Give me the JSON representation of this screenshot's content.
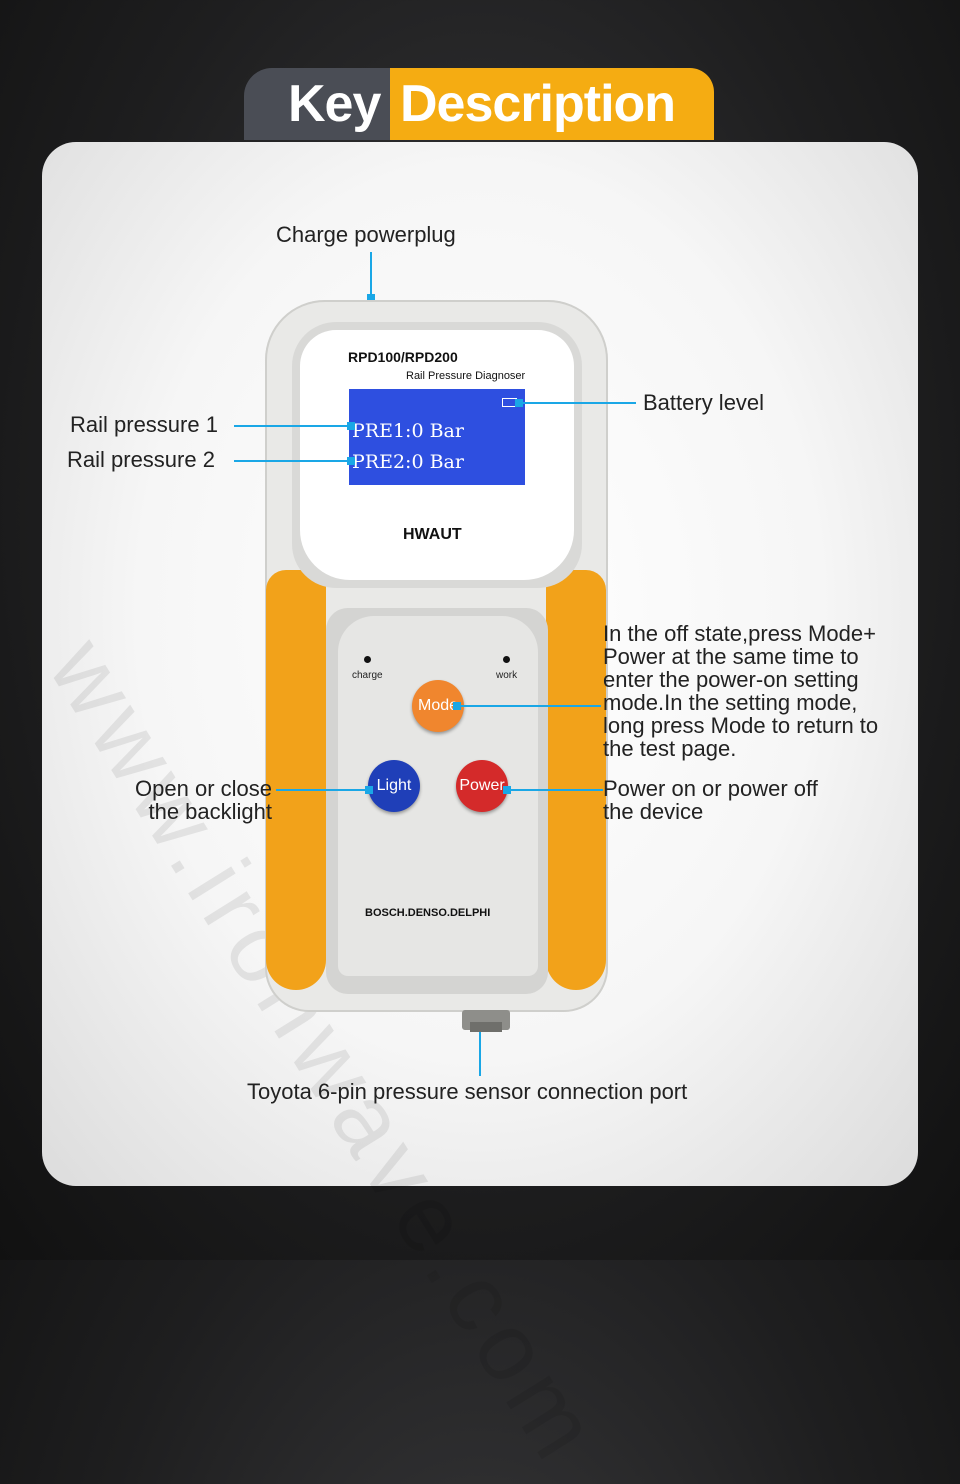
{
  "title": {
    "part1": "Key",
    "part2": "Description"
  },
  "watermark": "www.ironwave.com",
  "device": {
    "model": "RPD100/RPD200",
    "subtitle": "Rail Pressure Diagnoser",
    "brand": "HWAUT",
    "screen_line1": "PRE1:0 Bar",
    "screen_line2": "PRE2:0 Bar",
    "led_charge": "charge",
    "led_work": "work",
    "btn_mode": "Mode",
    "btn_light": "Light",
    "btn_power": "Power",
    "footer": "BOSCH.DENSO.DELPHI"
  },
  "callouts": {
    "charge": "Charge powerplug",
    "battery": "Battery level",
    "rail1": "Rail pressure 1",
    "rail2": "Rail pressure 2",
    "mode": "In the off state,press Mode+ Power at the same time to enter the power-on setting mode.In the setting mode, long press Mode to return to the test page.",
    "light": "Open or close the backlight",
    "power": "Power on or power off the device",
    "port": "Toyota 6-pin pressure sensor connection port"
  },
  "colors": {
    "accent": "#1aa7e6",
    "gold": "#f5ac12",
    "mode": "#f0862e",
    "light": "#1f3fb8",
    "power": "#d42a2a",
    "lcd": "#2e4fe0"
  }
}
